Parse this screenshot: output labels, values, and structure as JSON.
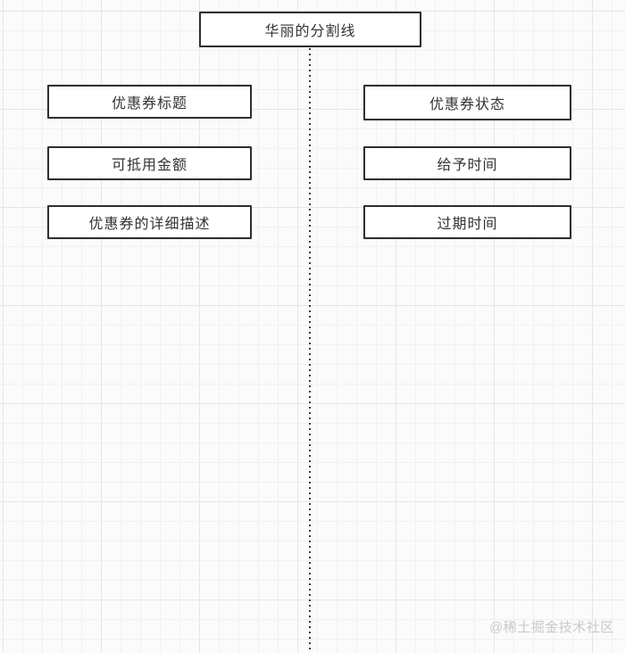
{
  "diagram": {
    "divider_node": {
      "label": "华丽的分割线"
    },
    "left_column": [
      {
        "label": "优惠券标题"
      },
      {
        "label": "可抵用金额"
      },
      {
        "label": "优惠券的详细描述"
      }
    ],
    "right_column": [
      {
        "label": "优惠券状态"
      },
      {
        "label": "给予时间"
      },
      {
        "label": "过期时间"
      }
    ],
    "watermark": "@稀土掘金技术社区",
    "colors": {
      "node_border": "#2f2f2f",
      "node_fill": "#ffffff",
      "text": "#333333",
      "dotted_line": "#3a3a3a",
      "grid_minor": "#f1f1f1",
      "grid_major": "#e6e6e6",
      "canvas_background": "#fbfbfb",
      "watermark_text": "#c9c9c9"
    }
  }
}
